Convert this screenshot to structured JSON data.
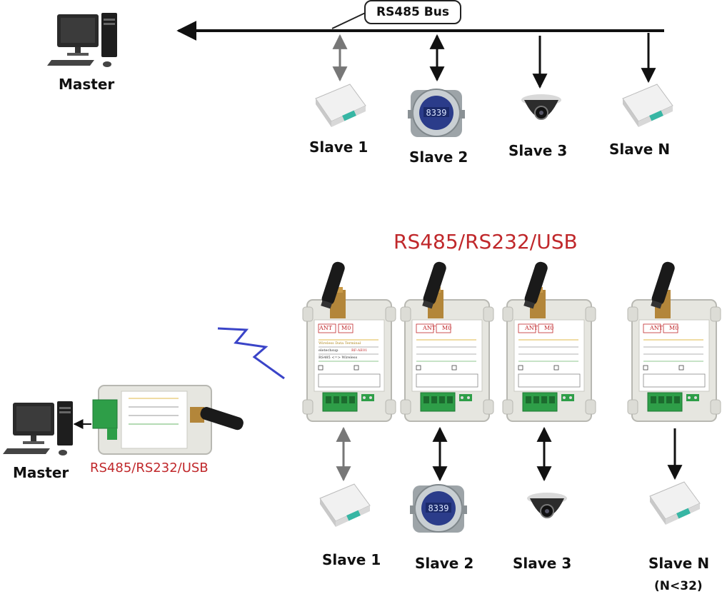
{
  "top": {
    "bus_label": "RS485 Bus",
    "master_label": "Master",
    "slaves": [
      "Slave 1",
      "Slave 2",
      "Slave 3",
      "Slave N"
    ]
  },
  "bottom": {
    "title": "RS485/RS232/USB",
    "master_label": "Master",
    "master_module_label": "RS485/RS232/USB",
    "slaves": [
      "Slave 1",
      "Slave 2",
      "Slave 3",
      "Slave N"
    ],
    "limit_note": "(N<32)"
  },
  "module_face": {
    "ant": "ANT",
    "m0": "M0",
    "line1": "Wireless Data Terminal",
    "line2": "RS485 <=> Wireless",
    "brand": "eletechsup",
    "model": "RF-AE01"
  },
  "colors": {
    "bus_line": "#111111",
    "module_body": "#e6e6e0",
    "terminal_green": "#2e9e48",
    "antenna": "#1a1a1a",
    "lightning": "#3a44c8",
    "title_red": "#c0282b"
  }
}
